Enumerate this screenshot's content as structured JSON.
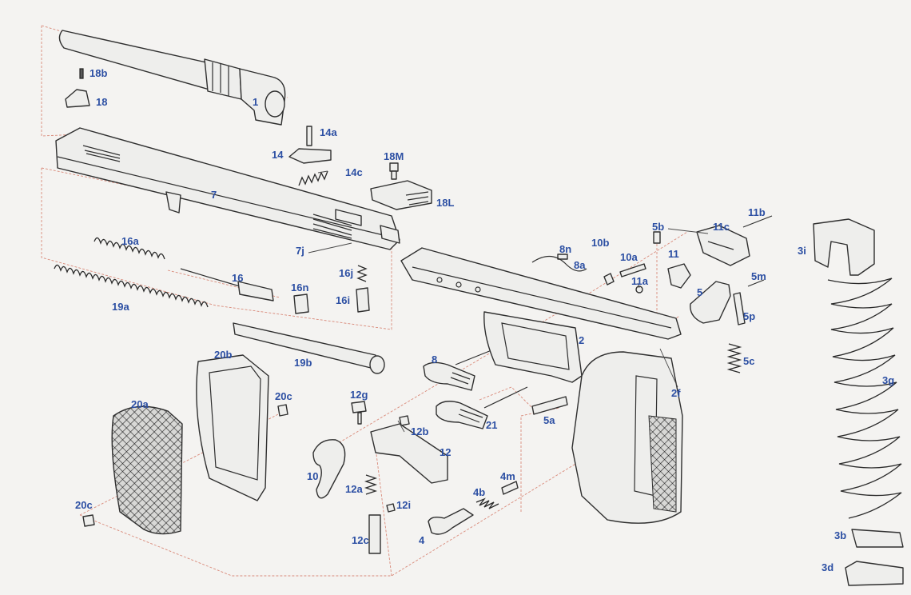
{
  "labels": {
    "l1": "1",
    "l18b": "18b",
    "l18": "18",
    "l14a": "14a",
    "l14": "14",
    "l14c": "14c",
    "l18M": "18M",
    "l18L": "18L",
    "l7": "7",
    "l7j": "7j",
    "l16a": "16a",
    "l16": "16",
    "l16n": "16n",
    "l16j": "16j",
    "l16i": "16i",
    "l19a": "19a",
    "l19b": "19b",
    "l20b": "20b",
    "l20a": "20a",
    "l20c_top": "20c",
    "l20c_bottom": "20c",
    "l12g": "12g",
    "l12b": "12b",
    "l12": "12",
    "l10": "10",
    "l12a": "12a",
    "l12i": "12i",
    "l12c": "12c",
    "l4": "4",
    "l4b": "4b",
    "l4m": "4m",
    "l8": "8",
    "l21": "21",
    "l5a": "5a",
    "l2": "2",
    "l2f": "2f",
    "l8n": "8n",
    "l8a": "8a",
    "l10b": "10b",
    "l10a": "10a",
    "l5b": "5b",
    "l11": "11",
    "l11a": "11a",
    "l11c": "11c",
    "l11b": "11b",
    "l5": "5",
    "l5m": "5m",
    "l5p": "5p",
    "l5c": "5c",
    "l3i": "3i",
    "l3g": "3g",
    "l3b": "3b",
    "l3d": "3d"
  }
}
